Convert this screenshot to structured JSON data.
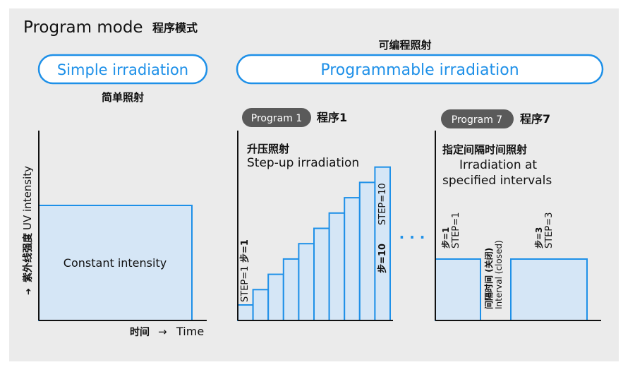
{
  "header": {
    "title": "Program mode",
    "title_cn": "程序模式"
  },
  "simple": {
    "pill_label": "Simple irradiation",
    "caption_cn": "简单照射",
    "bar_label": "Constant intensity",
    "y_axis_label_cn": "紫外线强度",
    "y_axis_label_en": "UV intensity",
    "x_axis_label_cn": "时间",
    "x_axis_label_en": "Time"
  },
  "programmable": {
    "caption_cn": "可编程照射",
    "pill_label": "Programmable irradiation",
    "ellipsis": "· · ·"
  },
  "program1": {
    "badge": "Program 1",
    "badge_cn": "程序1",
    "title_cn": "升压照射",
    "title_en": "Step-up irradiation",
    "first_step_label": "STEP=1",
    "first_step_cn": "步=1",
    "last_step_label": "STEP=10",
    "last_step_cn": "步=10",
    "step_levels": [
      1,
      2,
      3,
      4,
      5,
      6,
      7,
      8,
      9,
      10
    ]
  },
  "program7": {
    "badge": "Program 7",
    "badge_cn": "程序7",
    "title_cn": "指定间隔时间照射",
    "title_en_line1": "Irradiation at",
    "title_en_line2": "specified intervals",
    "step1_cn": "步=1",
    "step1_label": "STEP=1",
    "interval_cn": "间隔时间 (关闭)",
    "interval_label": "Interval (closed)",
    "step3_cn": "步=3",
    "step3_label": "STEP=3"
  },
  "colors": {
    "panel_bg": "#ebebeb",
    "bar_fill": "#d5e6f6",
    "bar_stroke": "#1e90e8",
    "pill_stroke": "#1e90e8",
    "pill_text": "#1e90e8",
    "badge_bg": "#5a5a5a",
    "axis": "#111111"
  }
}
